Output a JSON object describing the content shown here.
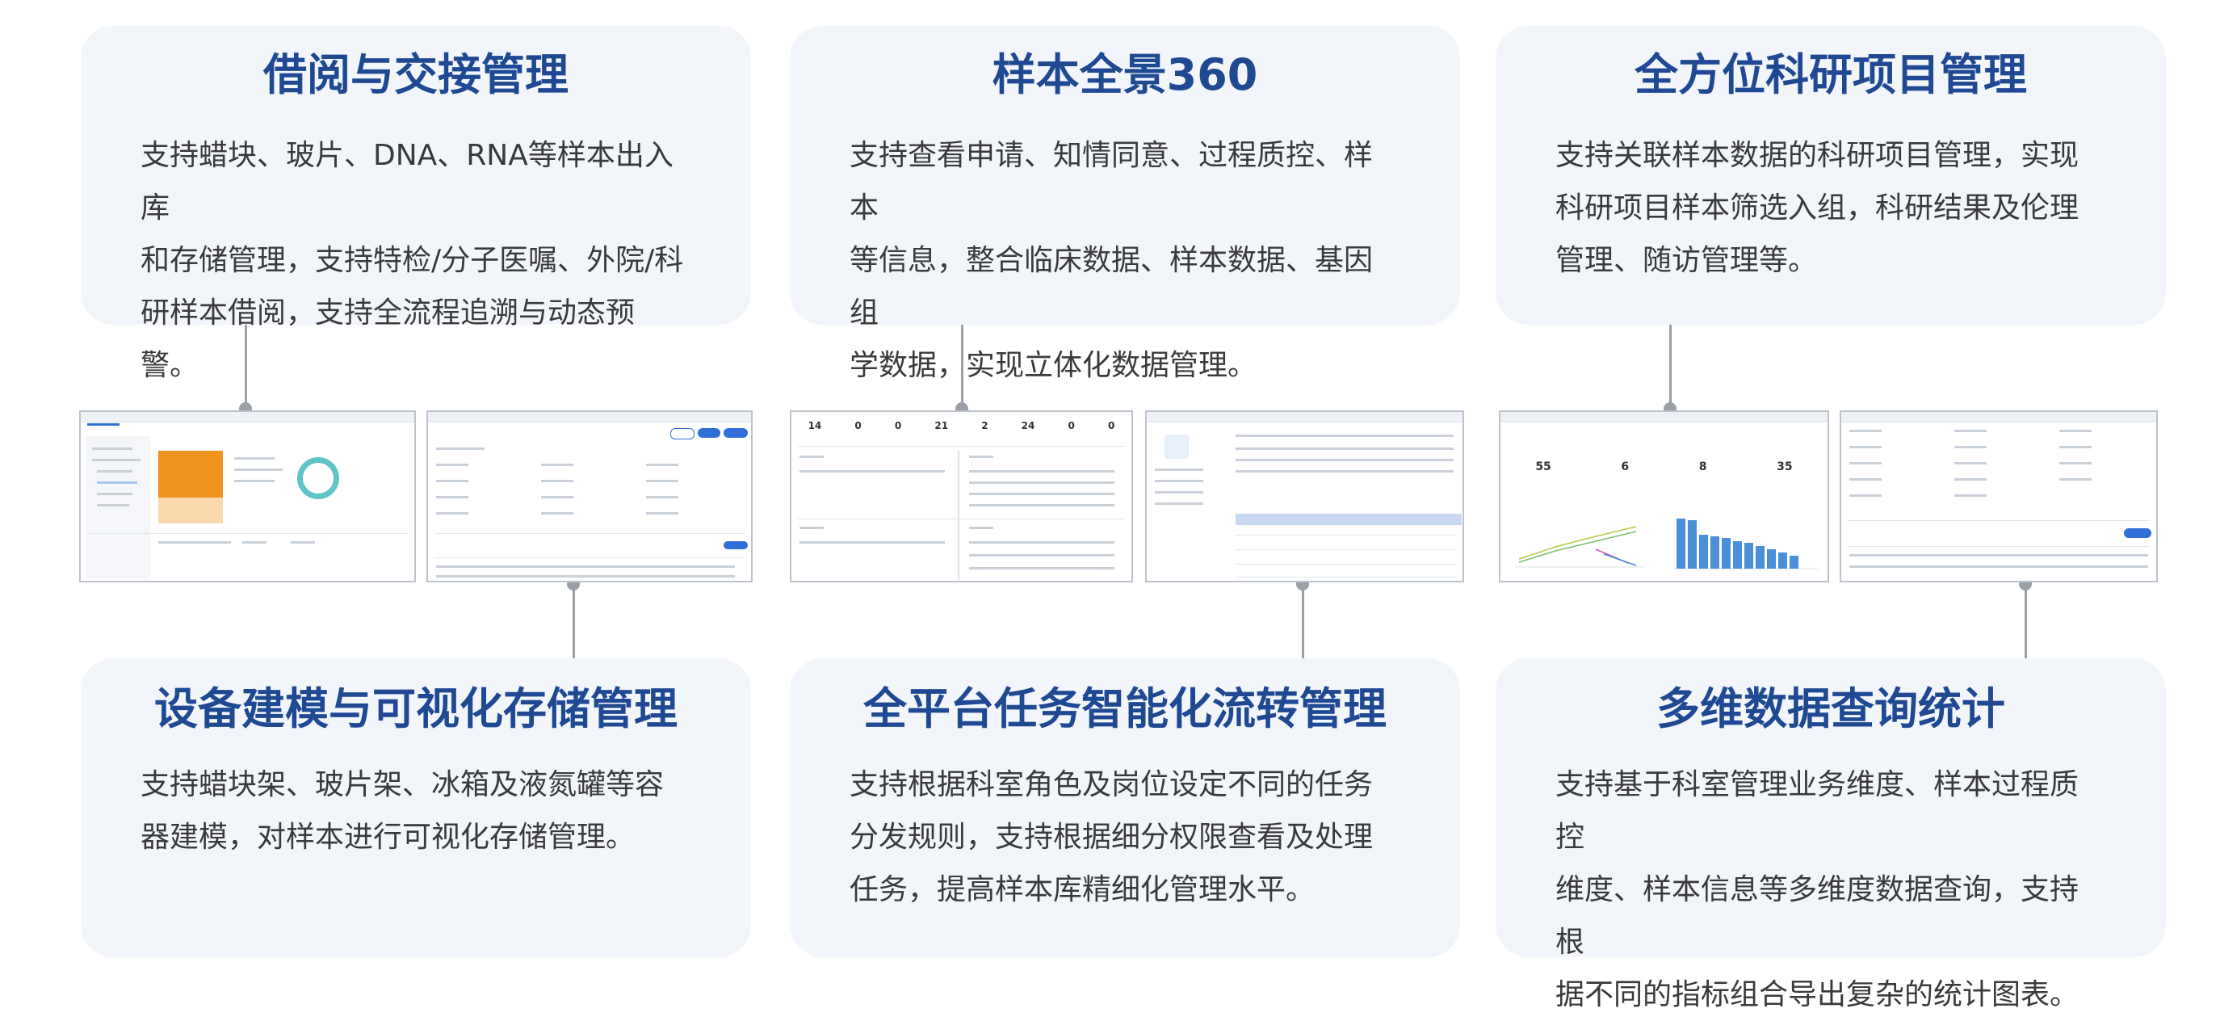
{
  "cards": [
    {
      "title": "借阅与交接管理",
      "lines": [
        "支持蜡块、玻片、DNA、RNA等样本出入库",
        "和存储管理，支持特检/分子医嘱、外院/科",
        "研样本借阅，支持全流程追溯与动态预警。"
      ]
    },
    {
      "title": "样本全景360",
      "lines": [
        "支持查看申请、知情同意、过程质控、样本",
        "等信息，整合临床数据、样本数据、基因组",
        "学数据，实现立体化数据管理。"
      ]
    },
    {
      "title": "全方位科研项目管理",
      "lines": [
        "支持关联样本数据的科研项目管理，实现",
        "科研项目样本筛选入组，科研结果及伦理",
        "管理、随访管理等。"
      ]
    },
    {
      "title": "设备建模与可视化存储管理",
      "lines": [
        "支持蜡块架、玻片架、冰箱及液氮罐等容",
        "器建模，对样本进行可视化存储管理。"
      ]
    },
    {
      "title": "全平台任务智能化流转管理",
      "lines": [
        "支持根据科室角色及岗位设定不同的任务",
        "分发规则，支持根据细分权限查看及处理",
        "任务，提高样本库精细化管理水平。"
      ]
    },
    {
      "title": "多维数据查询统计",
      "lines": [
        "支持基于科室管理业务维度、样本过程质控",
        "维度、样本信息等多维度数据查询，支持根",
        "据不同的指标组合导出复杂的统计图表。"
      ]
    }
  ],
  "stats": {
    "panel3": [
      "14",
      "0",
      "0",
      "21",
      "2",
      "24",
      "0",
      "0"
    ],
    "panel5": [
      "55",
      "6",
      "8",
      "35"
    ]
  },
  "colors": {
    "title": "#1f4a93",
    "card_bg": "#f2f6fb",
    "connector": "#9aa0a6",
    "accent_orange": "#f0921e",
    "accent_teal": "#5fc3c8",
    "bar_blue": "#4a8fd8"
  }
}
